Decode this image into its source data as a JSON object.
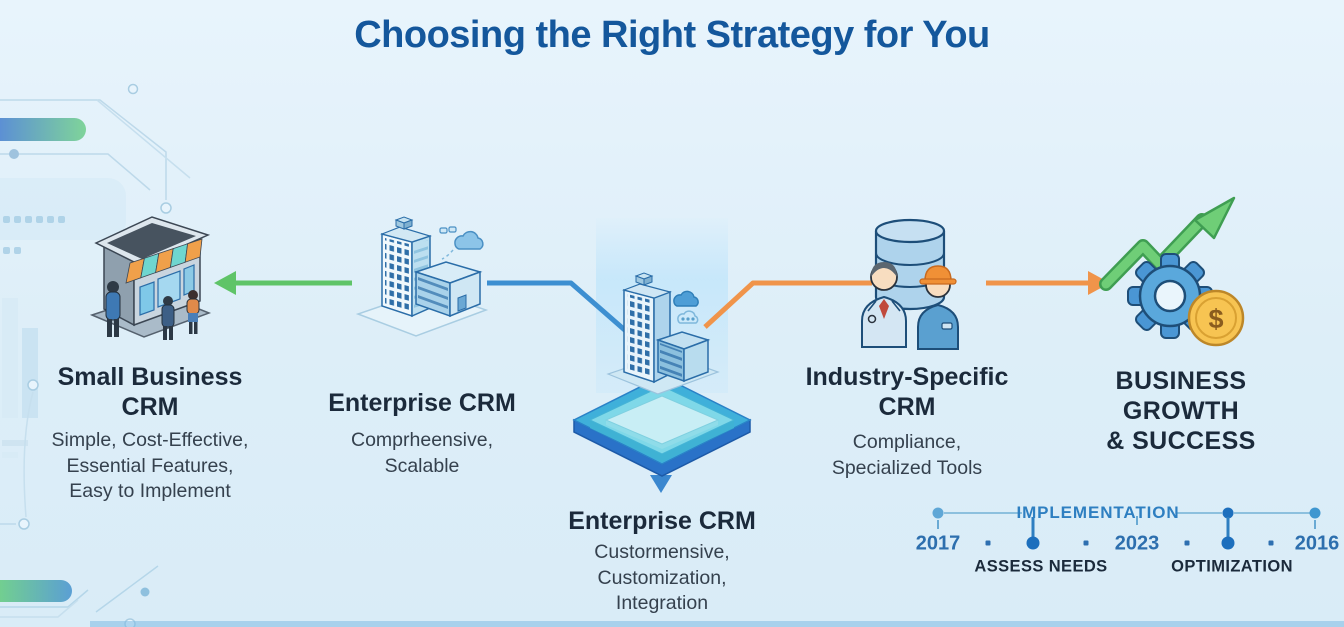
{
  "title": "Choosing the Right Strategy for You",
  "nodes": {
    "small_business": {
      "title": "Small Business\nCRM",
      "desc": "Simple, Cost-Effective,\nEssential Features,\nEasy to Implement"
    },
    "enterprise": {
      "title": "Enterprise CRM",
      "desc": "Comprheensive,\nScalable"
    },
    "enterprise_center": {
      "title": "Enterprise CRM",
      "desc": "Custormensive,\nCustomization,\nIntegration"
    },
    "industry": {
      "title": "Industry-Specific\nCRM",
      "desc": "Compliance,\nSpecialized Tools"
    },
    "growth": {
      "title": "BUSINESS\nGROWTH\n& SUCCESS"
    }
  },
  "timeline": {
    "label": "IMPLEMENTATION",
    "years": [
      "2017",
      "2023",
      "2016"
    ],
    "milestones": [
      "ASSESS NEEDS",
      "OPTIMIZATION"
    ]
  },
  "icons": {
    "small_business": "storefront-icon",
    "enterprise": "office-buildings-icon",
    "enterprise_center": "cloud-platform-buildings-icon",
    "industry": "database-workers-icon",
    "growth": "growth-arrow-gear-coin-icon",
    "dollar_sign": "$"
  },
  "colors": {
    "background": "#ddeef8",
    "title_text": "#14579c",
    "heading_text": "#1b2a3b",
    "body_text": "#35414e",
    "green_arrow": "#5fc468",
    "blue_connector": "#3d8fd1",
    "orange_connector": "#f0944a",
    "timeline_blue": "#2e7fc1",
    "timeline_dark_dot": "#1d6fbd",
    "year_text": "#2d6fae"
  }
}
